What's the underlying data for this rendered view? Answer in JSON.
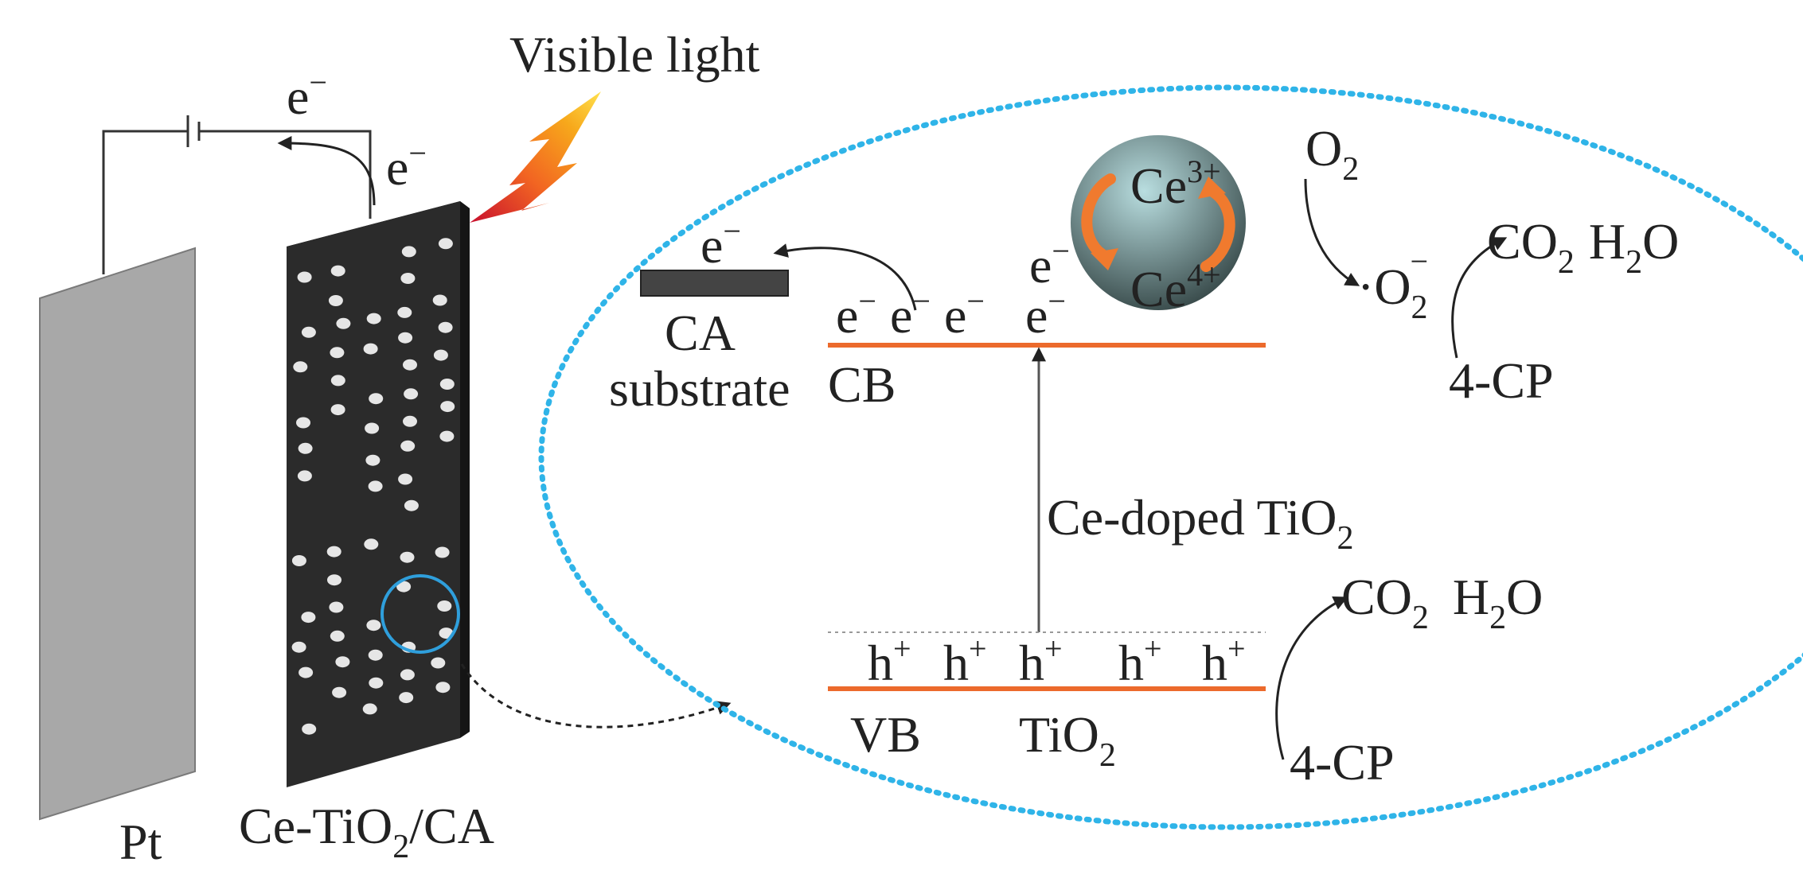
{
  "light": {
    "label": "Visible light",
    "bolt_colors": [
      "#c8102e",
      "#f26522",
      "#f7a81b",
      "#ffe14d"
    ]
  },
  "circuit": {
    "electron_top": "e",
    "electron_side": "e",
    "minus": "−"
  },
  "electrodes": {
    "counter_label": "Pt",
    "working_label_pre": "Ce-TiO",
    "working_label_sub": "2",
    "working_label_post": "/CA",
    "counter_color": "#a8a8a8",
    "working_color": "#2b2b2b"
  },
  "zoom": {
    "ellipse_color": "#2fb4e8",
    "highlight_color": "#2f9fdc"
  },
  "substrate": {
    "electron": "e",
    "minus": "−",
    "label_line1": "CA",
    "label_line2": "substrate"
  },
  "bands": {
    "color": "#ec6a2c",
    "cb_label": "CB",
    "vb_label": "VB",
    "cb_electrons": [
      "e",
      "e",
      "e",
      "e"
    ],
    "electron_minus": "−",
    "excited_electron": "e",
    "holes": [
      "h",
      "h",
      "h",
      "h",
      "h"
    ],
    "hole_plus": "+",
    "dopant_pre": "Ce-doped TiO",
    "dopant_sub": "2",
    "host_pre": "TiO",
    "host_sub": "2"
  },
  "cerium": {
    "ion_top": "Ce",
    "ion_top_charge": "3+",
    "ion_bottom": "Ce",
    "ion_bottom_charge": "4+",
    "sphere_light": "#b9dee0",
    "sphere_dark": "#3a4c4c",
    "cycle_color": "#f07a2e"
  },
  "reactions": {
    "oxygen": "O",
    "oxygen_sub": "2",
    "superoxide_dot": "·O",
    "superoxide_sub": "2",
    "superoxide_charge": "−",
    "products_top_co2": "CO",
    "products_top_co2_sub": "2",
    "products_top_h2o": "H",
    "products_top_h2o_sub": "2",
    "products_top_h2o_post": "O",
    "reactant_top": "4-CP",
    "products_bottom_co2": "CO",
    "products_bottom_co2_sub": "2",
    "products_bottom_h2o": "H",
    "products_bottom_h2o_sub": "2",
    "products_bottom_h2o_post": "O",
    "reactant_bottom": "4-CP"
  }
}
